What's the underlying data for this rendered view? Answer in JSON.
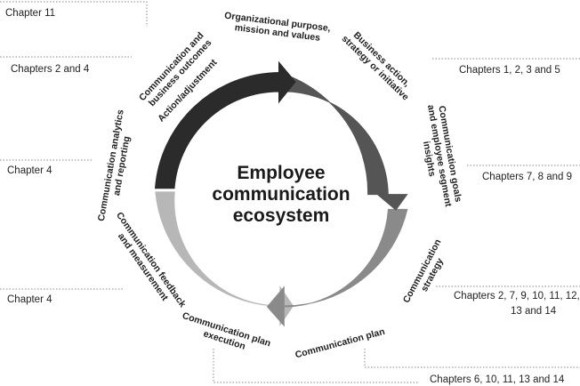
{
  "title_lines": [
    "Employee",
    "communication",
    "ecosystem"
  ],
  "stages": [
    {
      "lines": [
        "Organizational purpose,",
        "mission and values"
      ]
    },
    {
      "lines": [
        "Business action,",
        "strategy or initiative"
      ]
    },
    {
      "lines": [
        "Communication goals",
        "and employee segment",
        "insights"
      ]
    },
    {
      "lines": [
        "Communication",
        "strategy"
      ]
    },
    {
      "lines": [
        "Communication plan"
      ]
    },
    {
      "lines": [
        "Communication plan",
        "execution"
      ]
    },
    {
      "lines": [
        "Communication feedback",
        "and measurement"
      ]
    },
    {
      "lines": [
        "Communication analytics",
        "and reporting"
      ]
    },
    {
      "lines": [
        "Communication and",
        "business outcomes"
      ]
    },
    {
      "lines": [
        "Action/adjustment"
      ]
    }
  ],
  "chapters": {
    "top_left": "Chapter 11",
    "left_2": "Chapters 2 and 4",
    "left_3": "Chapter 4",
    "left_4": "Chapter 4",
    "right_1": "Chapters 1, 2, 3 and 5",
    "right_2": "Chapters 7, 8 and 9",
    "right_3_line1": "Chapters 2, 7, 9, 10, 11, 12,",
    "right_3_line2": "13 and 14",
    "bottom_right": "Chapters 6, 10, 11, 13 and 14"
  },
  "colors": {
    "arc_dark": "#2b2b2b",
    "arc_mid": "#555555",
    "arc_gray": "#8a8a8a",
    "arc_light": "#b7b7b7"
  }
}
